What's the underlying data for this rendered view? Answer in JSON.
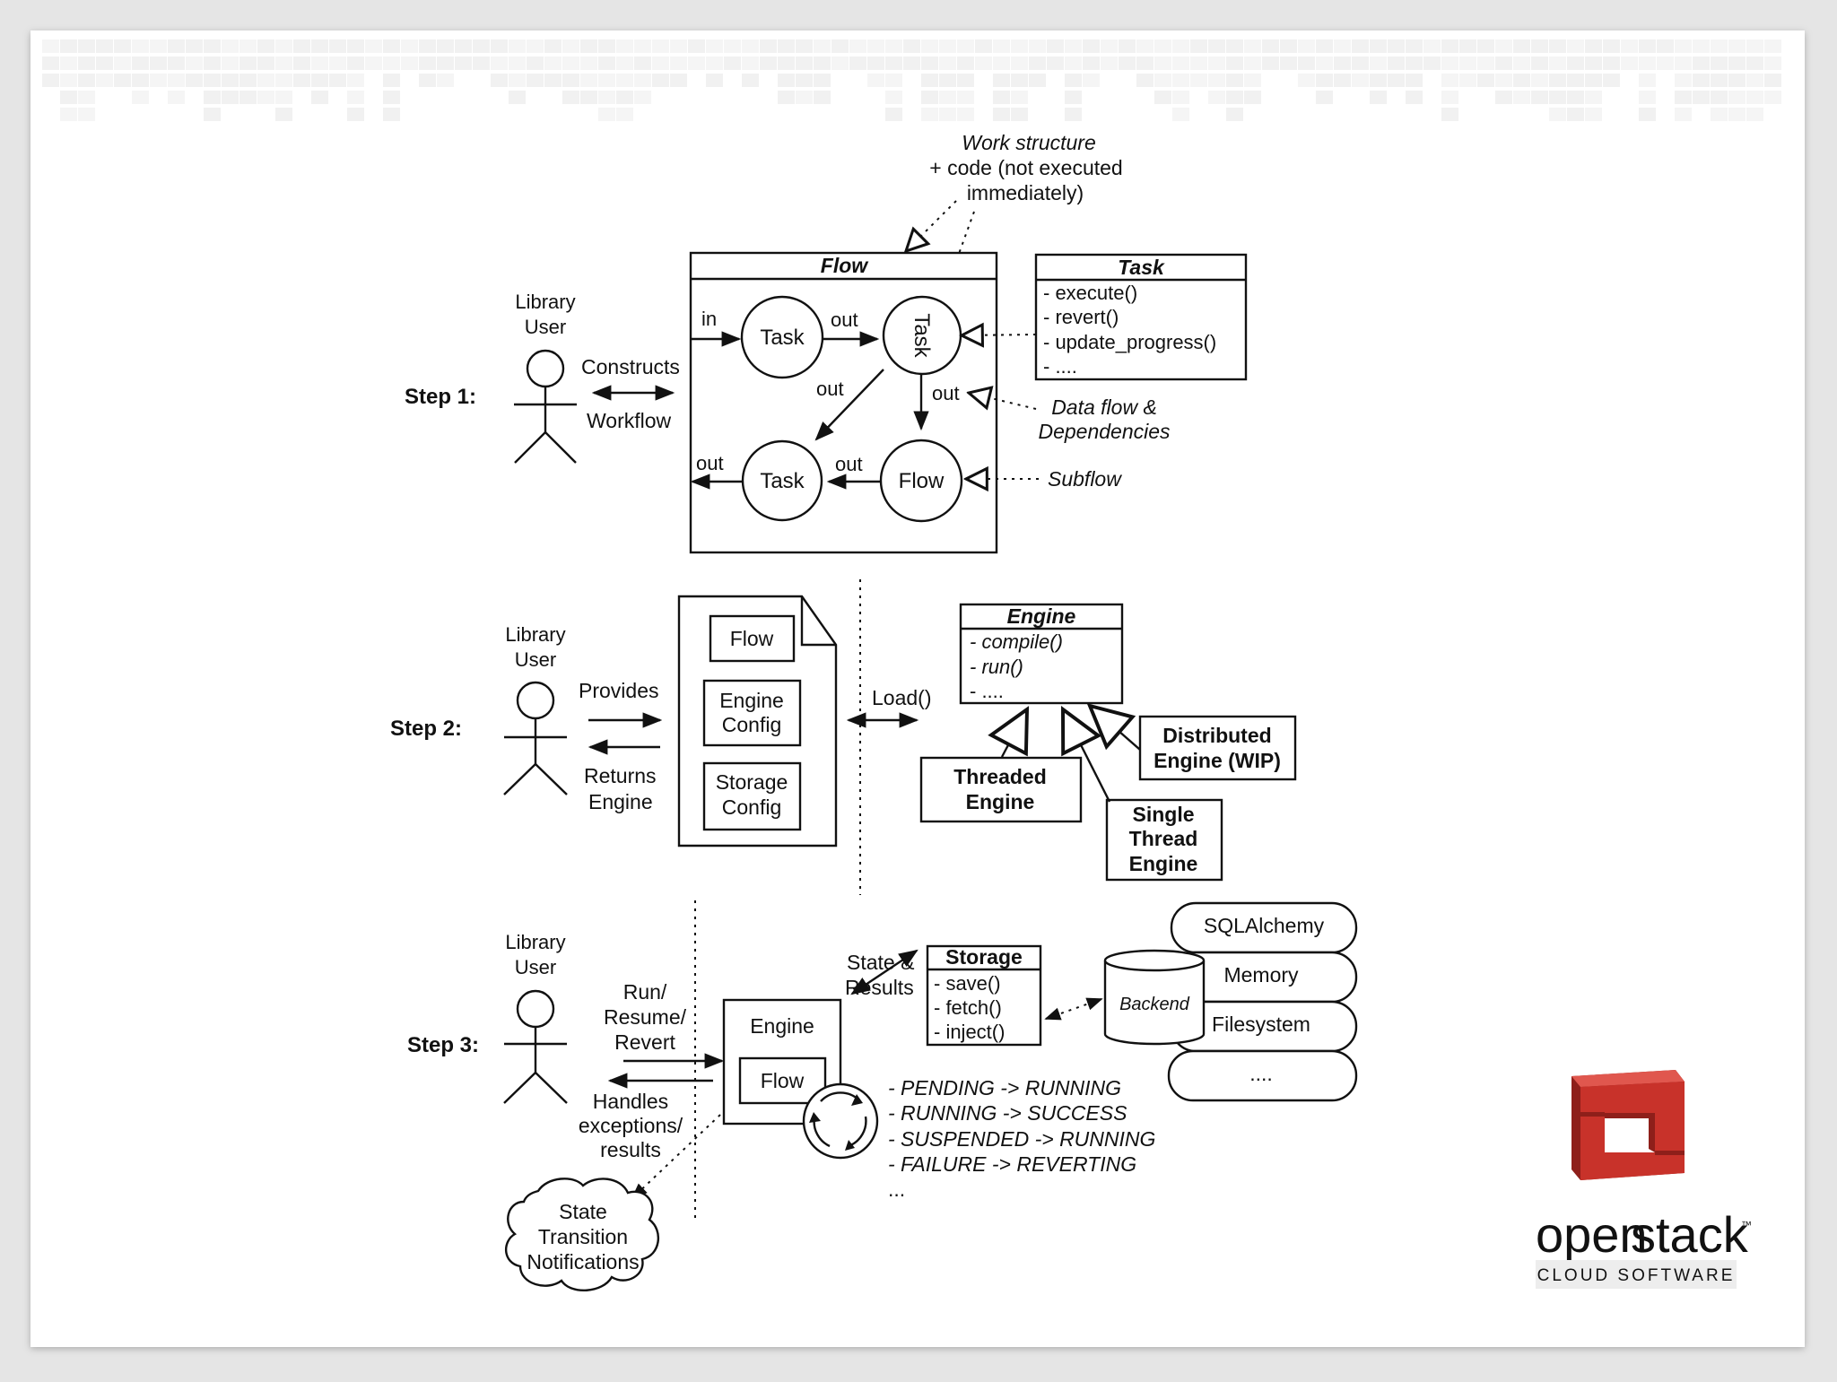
{
  "annotation_top": [
    "Work structure",
    "+ code (not executed",
    "immediately)"
  ],
  "steps": {
    "step1": "Step 1:",
    "step2": "Step 2:",
    "step3": "Step 3:"
  },
  "actor_label": [
    "Library",
    "User"
  ],
  "step1": {
    "constructs": "Constructs",
    "workflow": "Workflow",
    "flow_title": "Flow",
    "node_task": "Task",
    "node_flow": "Flow",
    "edge_in": "in",
    "edge_out": "out",
    "task_class": {
      "title": "Task",
      "methods": [
        "- execute()",
        "- revert()",
        "- update_progress()",
        "- ...."
      ]
    },
    "data_flow": [
      "Data flow &",
      "Dependencies"
    ],
    "subflow": "Subflow"
  },
  "step2": {
    "provides": "Provides",
    "returns": [
      "Returns",
      "Engine"
    ],
    "doc_items": [
      "Flow",
      "Engine",
      "Config",
      "Storage",
      "Config"
    ],
    "load": "Load()",
    "engine_class": {
      "title": "Engine",
      "methods": [
        "- compile()",
        "- run()",
        "- ...."
      ]
    },
    "threaded": [
      "Threaded",
      "Engine"
    ],
    "single": [
      "Single",
      "Thread",
      "Engine"
    ],
    "distributed": [
      "Distributed",
      "Engine (WIP)"
    ]
  },
  "step3": {
    "run_resume": [
      "Run/",
      "Resume/",
      "Revert"
    ],
    "handles": [
      "Handles",
      "exceptions/",
      "results"
    ],
    "engine": "Engine",
    "flow": "Flow",
    "state_results": [
      "State &",
      "Results"
    ],
    "storage_class": {
      "title": "Storage",
      "methods": [
        "- save()",
        "- fetch()",
        "- inject()"
      ]
    },
    "backend": "Backend",
    "backends": [
      "SQLAlchemy",
      "Memory",
      "Filesystem",
      "...."
    ],
    "transitions": [
      "- PENDING -> RUNNING",
      "- RUNNING -> SUCCESS",
      "- SUSPENDED -> RUNNING",
      "- FAILURE -> REVERTING",
      "..."
    ],
    "cloud": [
      "State",
      "Transition",
      "Notifications"
    ]
  },
  "logo": {
    "word_a": "open",
    "word_b": "stack",
    "tm": "™",
    "tagline": "CLOUD SOFTWARE",
    "color_red": "#c8322a",
    "color_gray": "#555555"
  }
}
